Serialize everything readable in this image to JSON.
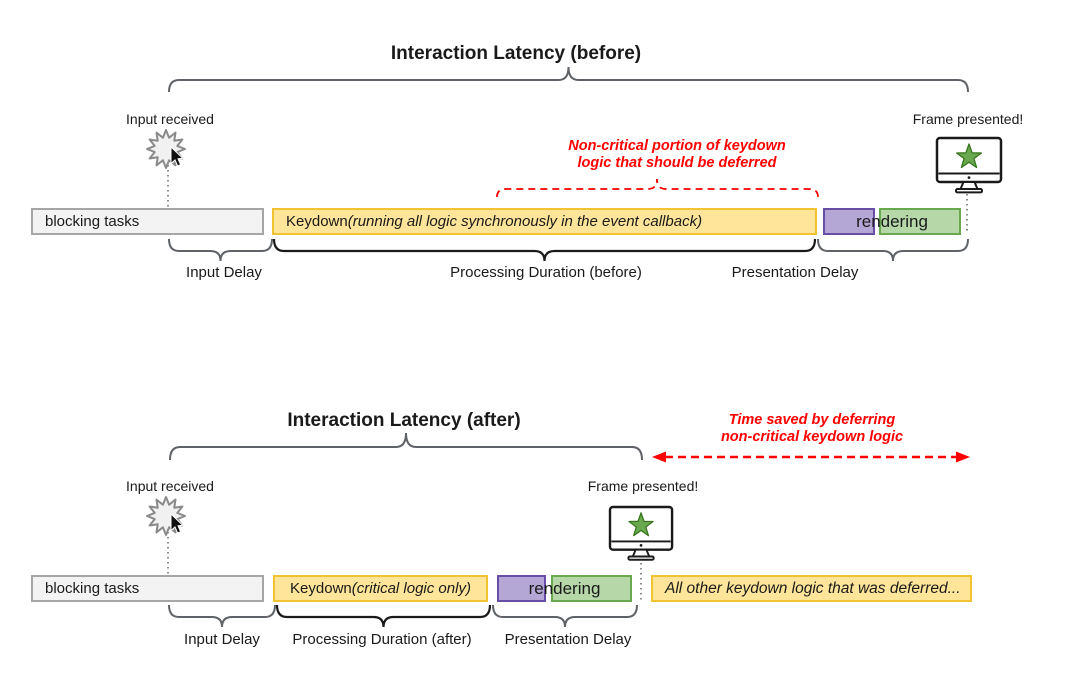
{
  "sections": {
    "before": {
      "title": "Interaction Latency (before)",
      "input_label": "Input received",
      "frame_label": "Frame presented!",
      "annotation_line1": "Non-critical portion of keydown",
      "annotation_line2": "logic that should be deferred",
      "blocking_bar": "blocking tasks",
      "keydown_bar_normal": "Keydown ",
      "keydown_bar_italic": "(running all logic synchronously in the event callback)",
      "rendering_label": "rendering",
      "input_delay_label": "Input Delay",
      "processing_label": "Processing Duration (before)",
      "presentation_label": "Presentation Delay"
    },
    "after": {
      "title": "Interaction Latency (after)",
      "input_label": "Input received",
      "frame_label": "Frame presented!",
      "annotation_line1": "Time saved by deferring",
      "annotation_line2": "non-critical keydown logic",
      "blocking_bar": "blocking tasks",
      "keydown_bar_normal": "Keydown ",
      "keydown_bar_italic": "(critical logic only)",
      "rendering_label": "rendering",
      "deferred_bar": "All other keydown logic that was deferred...",
      "input_delay_label": "Input Delay",
      "processing_label": "Processing Duration (after)",
      "presentation_label": "Presentation Delay"
    }
  },
  "colors": {
    "blocking_fill": "#f3f3f3",
    "blocking_border": "#a6a6a6",
    "keydown_fill": "#ffe599",
    "keydown_border": "#f1c232",
    "rendering_purple_fill": "#b4a7d6",
    "rendering_purple_border": "#674ea7",
    "rendering_green_fill": "#b6d7a8",
    "rendering_green_border": "#6aa84f",
    "annotation_red": "#ff0000",
    "brace_gray": "#5f6368",
    "brace_black": "#1a1a1a",
    "star_green": "#6aa84f"
  },
  "icons": {
    "input": "click-burst-icon",
    "pointer": "mouse-cursor-icon",
    "frame": "monitor-with-star-icon"
  }
}
